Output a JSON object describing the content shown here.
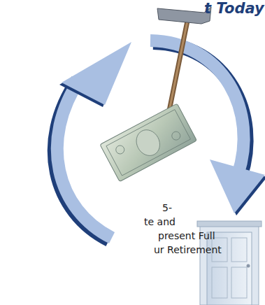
{
  "diagram": {
    "title": "t Today",
    "labels": [
      "5-",
      "te and",
      "present Full",
      "ur Retirement"
    ]
  }
}
